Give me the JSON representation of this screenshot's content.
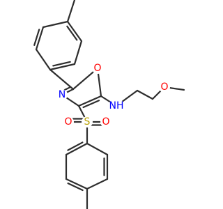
{
  "colors": {
    "background": "#ffffff",
    "bond": "#2e2e2e",
    "oxygen": "#ff0000",
    "nitrogen": "#0000ff",
    "sulfur": "#b8a000"
  },
  "atom_labels": {
    "oxazole_oxygen": "O",
    "oxazole_nitrogen": "N",
    "amine": "NH",
    "ether_oxygen": "O",
    "sulfur": "S",
    "sulfonyl_oxygen_left": "O",
    "sulfonyl_oxygen_right": "O"
  }
}
